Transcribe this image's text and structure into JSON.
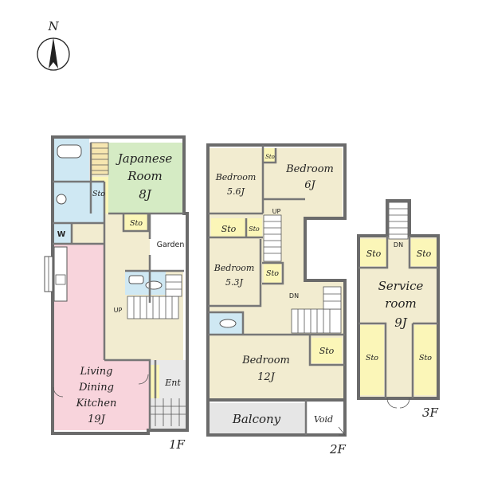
{
  "compass": {
    "label": "N"
  },
  "floors": {
    "first": "1F",
    "second": "2F",
    "third": "3F"
  },
  "rooms": {
    "japanese_line1": "Japanese",
    "japanese_line2": "Room",
    "japanese_size": "8J",
    "garden": "Garden",
    "w": "W",
    "ldk_line1": "Living",
    "ldk_line2": "Dining",
    "ldk_line3": "Kitchen",
    "ldk_size": "19J",
    "ent": "Ent",
    "bedroom_label": "Bedroom",
    "bedroom_a_size": "5.6J",
    "bedroom_b_size": "6J",
    "bedroom_c_size": "5.3J",
    "bedroom_d_size": "12J",
    "balcony": "Balcony",
    "void": "Void",
    "service_line1": "Service",
    "service_line2": "room",
    "service_size": "9J",
    "sto": "Sto"
  },
  "stairs": {
    "up": "UP",
    "dn": "DN"
  },
  "colors": {
    "japanese": "#d5ebc4",
    "wet": "#cfe8f3",
    "ldk": "#f8d4dc",
    "hall": "#f2ecd0",
    "storage": "#fbf6b8",
    "bedroom": "#f2ecd0",
    "balcony": "#e6e6e6",
    "entrance": "#e9e9e9",
    "wall": "#6b6b6b"
  }
}
